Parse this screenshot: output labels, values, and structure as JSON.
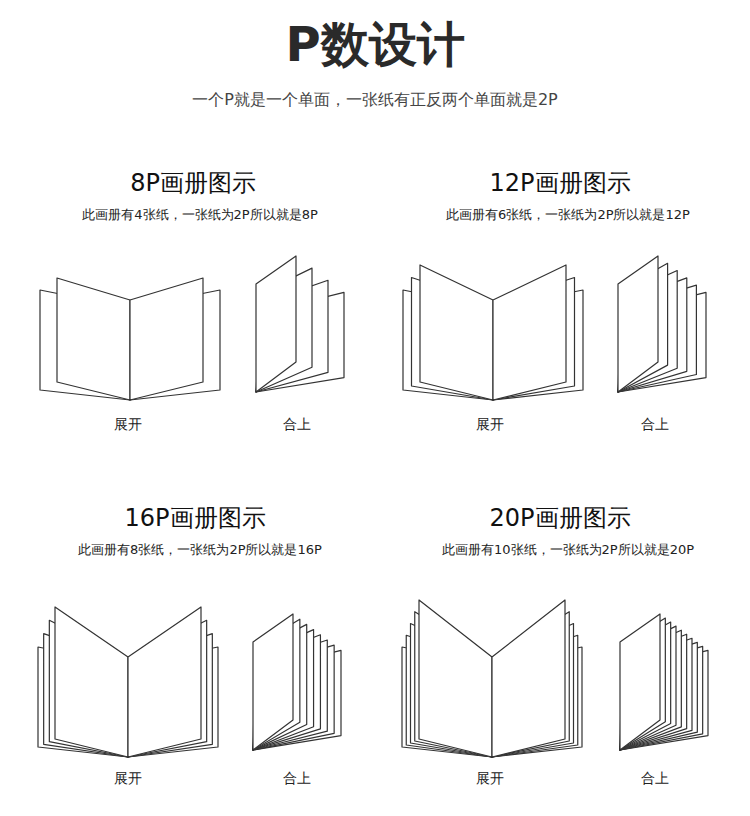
{
  "diagram": {
    "title": "P数设计",
    "labels": [
      "一个P就是一个单面，一张纸有正反两个单面就是2P",
      "8P画册图示",
      "此画册有4张纸，一张纸为2P所以就是8P",
      "展开",
      "合上",
      "12P画册图示",
      "此画册有6张纸，一张纸为2P所以就是12P",
      "展开",
      "合上",
      "16P画册图示",
      "此画册有8张纸，一张纸为2P所以就是16P",
      "展开",
      "合上",
      "20P画册图示",
      "此画册有10张纸，一张纸为2P所以就是20P",
      "展开",
      "合上"
    ]
  }
}
